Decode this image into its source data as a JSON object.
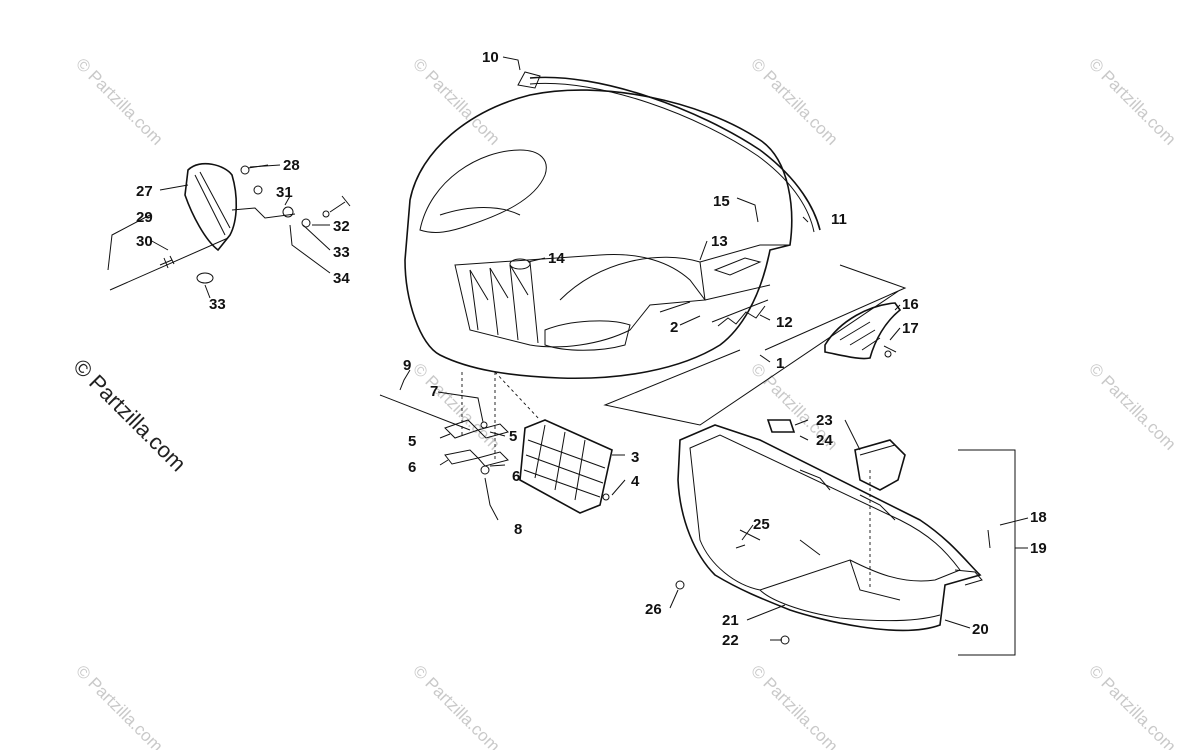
{
  "watermark": {
    "text": "© Partzilla.com",
    "color": "#c9c9c9",
    "main_color": "#222222"
  },
  "callouts": [
    "1",
    "2",
    "3",
    "4",
    "5",
    "5",
    "6",
    "6",
    "7",
    "8",
    "9",
    "10",
    "11",
    "12",
    "13",
    "14",
    "15",
    "16",
    "17",
    "18",
    "19",
    "20",
    "21",
    "22",
    "23",
    "24",
    "25",
    "26",
    "27",
    "28",
    "29",
    "30",
    "31",
    "32",
    "33",
    "33",
    "34"
  ]
}
